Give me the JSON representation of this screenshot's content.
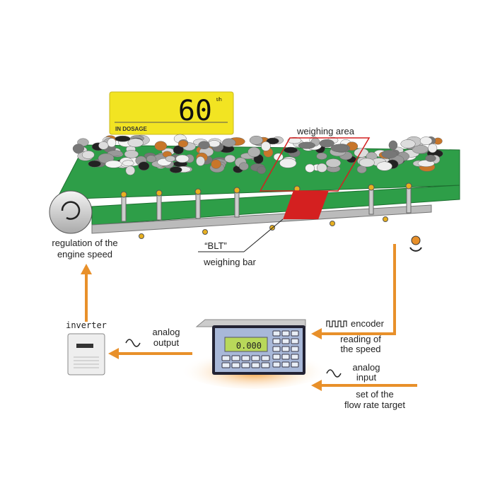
{
  "display": {
    "value": "60",
    "unit": "t/h",
    "status": "IN DOSAGE"
  },
  "labels": {
    "weighing_area": "weighing area",
    "regulation_line1": "regulation of the",
    "regulation_line2": "engine speed",
    "blt_line1": "“BLT”",
    "blt_line2": "weighing bar",
    "encoder": "encoder",
    "reading_line1": "reading of",
    "reading_line2": "the speed",
    "analog_input_line1": "analog",
    "analog_input_line2": "input",
    "setpoint_line1": "set of the",
    "setpoint_line2": "flow rate target",
    "analog_output_line1": "analog",
    "analog_output_line2": "output",
    "inverter": "inverter"
  },
  "controller": {
    "reading": "0.000"
  },
  "colors": {
    "belt": "#2e9e48",
    "arrow": "#e8902a",
    "display": "#f2e422",
    "weigh": "#d42020"
  }
}
